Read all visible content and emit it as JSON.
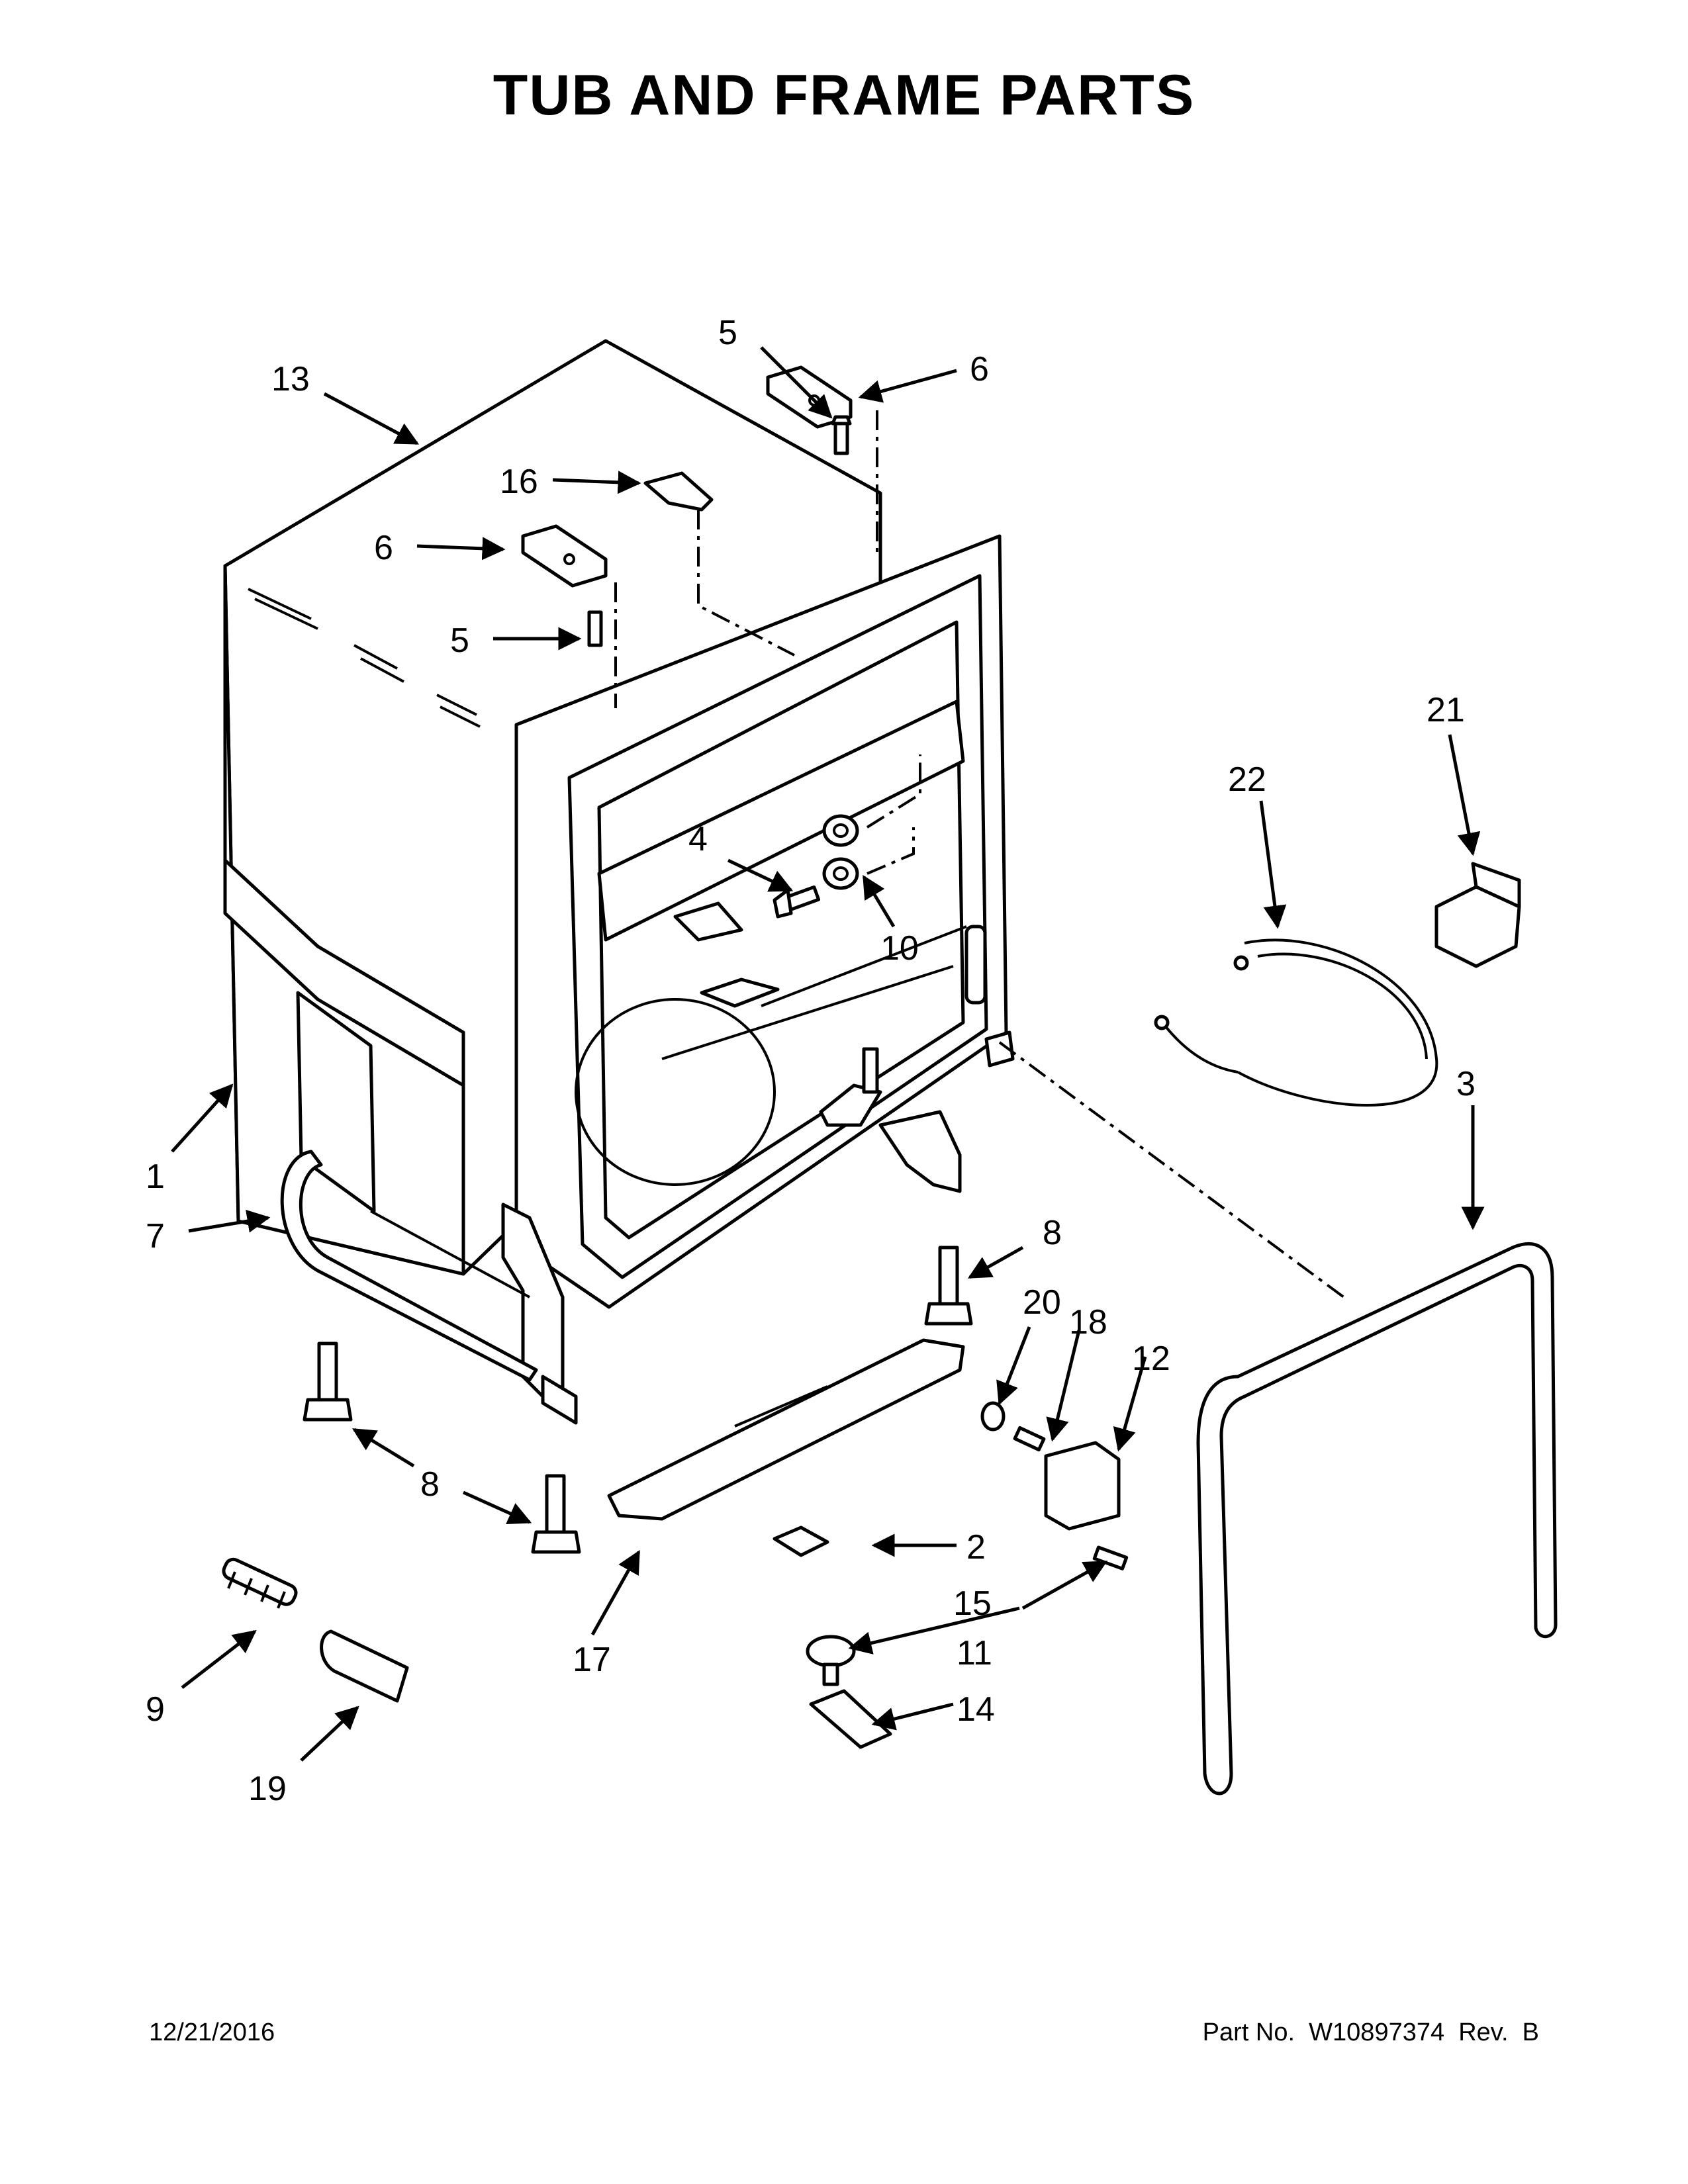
{
  "title": "TUB AND FRAME PARTS",
  "callouts": {
    "c1": "1",
    "c2": "2",
    "c3": "3",
    "c4": "4",
    "c5a": "5",
    "c5b": "5",
    "c6a": "6",
    "c6b": "6",
    "c7": "7",
    "c8a": "8",
    "c8b": "8",
    "c9": "9",
    "c10": "10",
    "c11": "11",
    "c12": "12",
    "c13": "13",
    "c14": "14",
    "c15": "15",
    "c16": "16",
    "c17": "17",
    "c18": "18",
    "c19": "19",
    "c20": "20",
    "c21": "21",
    "c22": "22"
  },
  "footer": {
    "date": "12/21/2016",
    "part_number": "Part No.  W10897374  Rev.  B"
  }
}
